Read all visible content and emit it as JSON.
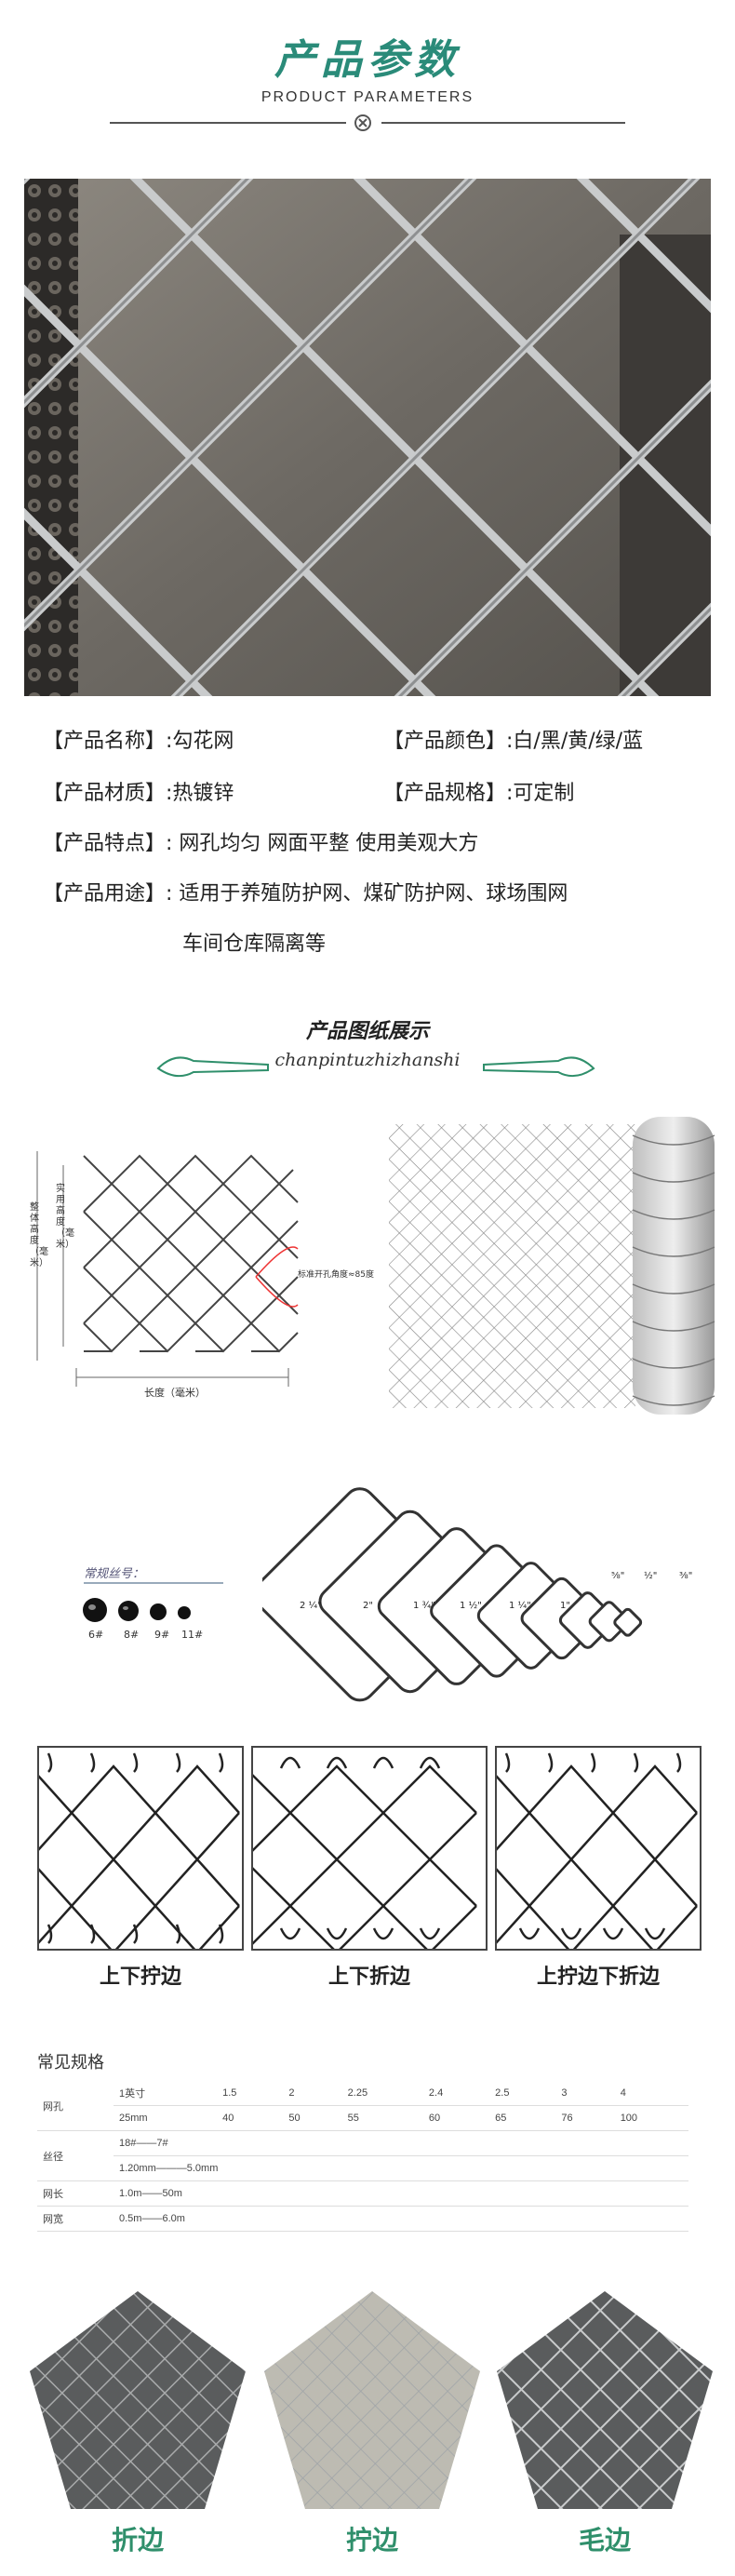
{
  "header": {
    "title_cn": "产品参数",
    "title_en": "PRODUCT PARAMETERS"
  },
  "specs": [
    {
      "label": "【产品名称】",
      "value": ":勾花网"
    },
    {
      "label": "【产品颜色】",
      "value": ":白/黑/黄/绿/蓝"
    },
    {
      "label": "【产品材质】",
      "value": ":热镀锌"
    },
    {
      "label": "【产品规格】",
      "value": ":可定制"
    },
    {
      "label": "【产品特点】",
      "value": ": 网孔均匀  网面平整 使用美观大方"
    },
    {
      "label": "【产品用途】",
      "value": ": 适用于养殖防护网、煤矿防护网、球场围网"
    },
    {
      "label": "",
      "value": "车间仓库隔离等"
    }
  ],
  "drawings": {
    "title": "产品图纸展示",
    "subtitle": "chanpintuzhizhanshi",
    "dim_height_usable": "实用高度（毫米）",
    "dim_height_total": "整体高度（毫米）",
    "dim_length": "长度（毫米）",
    "dim_angle": "标准开孔角度≈85度",
    "wire_gauge_title": "常规丝号：",
    "wire_gauges": [
      "6#",
      "8#",
      "9#",
      "11#"
    ],
    "mesh_sizes": [
      "2 ¼\"",
      "2\"",
      "1 ¾\"",
      "1 ½\"",
      "1 ¼\"",
      "1\"",
      "⅝\"",
      "½\"",
      "⅜\""
    ]
  },
  "edges": {
    "captions": [
      "上下拧边",
      "上下折边",
      "上拧边下折边"
    ]
  },
  "table": {
    "title": "常见规格",
    "rows": [
      {
        "label": "网孔",
        "cells": [
          [
            "1英寸",
            "1.5",
            "2",
            "2.25",
            "2.4",
            "2.5",
            "3",
            "4"
          ],
          [
            "25mm",
            "40",
            "50",
            "55",
            "60",
            "65",
            "76",
            "100"
          ]
        ]
      },
      {
        "label": "丝径",
        "cells": [
          [
            "18#——7#"
          ],
          [
            "1.20mm———5.0mm"
          ]
        ]
      },
      {
        "label": "网长",
        "cells": [
          [
            "1.0m——50m"
          ]
        ]
      },
      {
        "label": "网宽",
        "cells": [
          [
            "0.5m——6.0m"
          ]
        ]
      }
    ]
  },
  "gallery": {
    "captions": [
      "折边",
      "拧边",
      "毛边"
    ]
  }
}
